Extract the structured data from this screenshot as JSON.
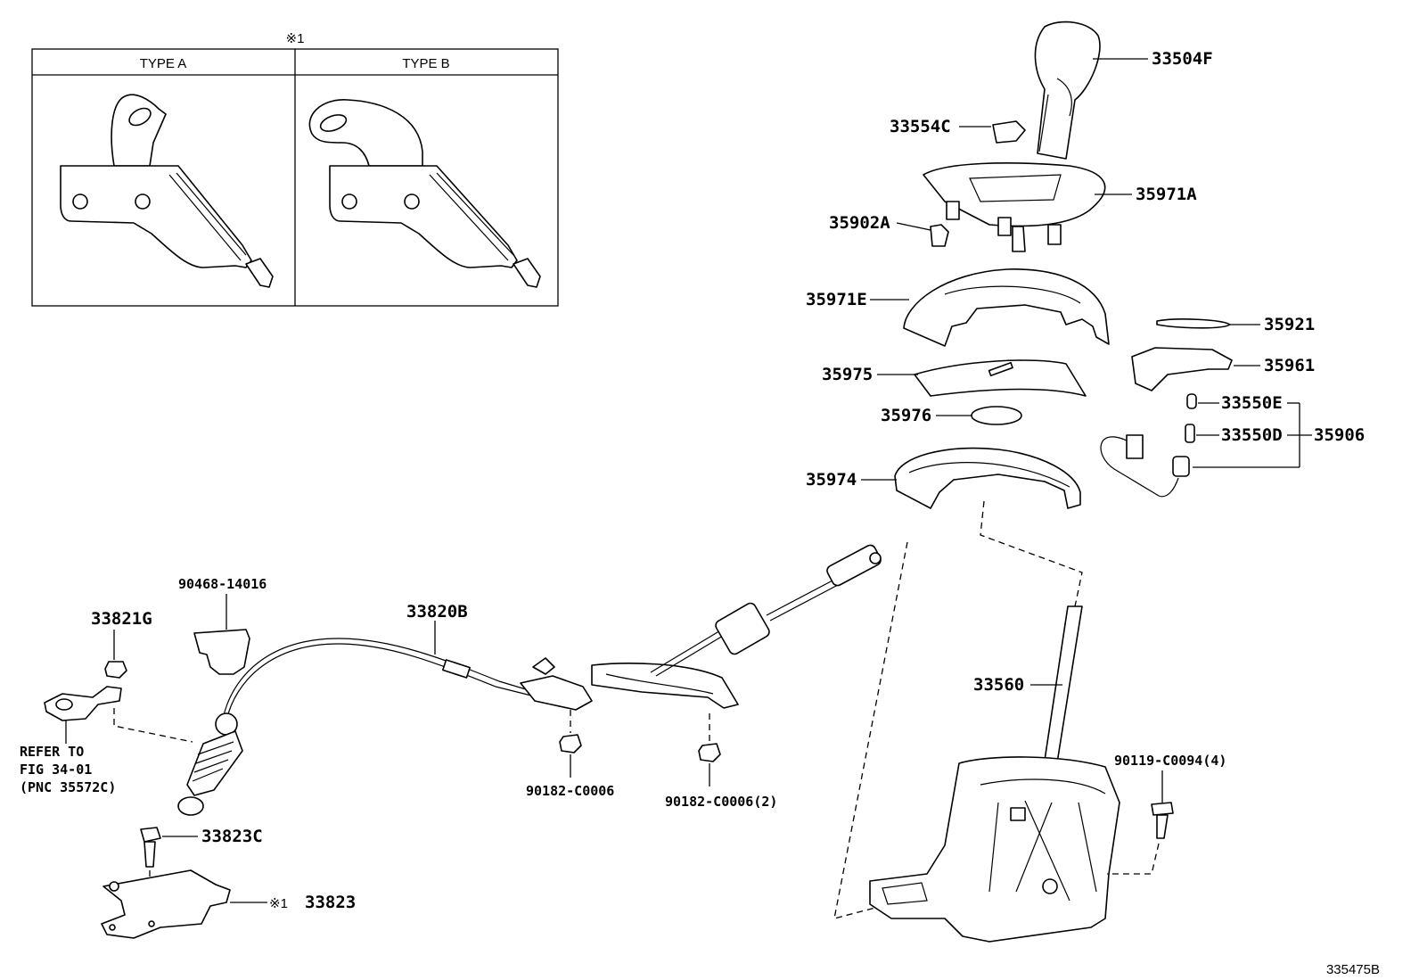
{
  "inset": {
    "note_mark": "※1",
    "type_a": "TYPE A",
    "type_b": "TYPE B"
  },
  "labels": {
    "p33504F": "33504F",
    "p33554C": "33554C",
    "p35971A": "35971A",
    "p35902A": "35902A",
    "p35971E": "35971E",
    "p35921": "35921",
    "p35961": "35961",
    "p35975": "35975",
    "p33550E": "33550E",
    "p35976": "35976",
    "p33550D": "33550D",
    "p35906": "35906",
    "p35974": "35974",
    "p90468": "90468-14016",
    "p33820B": "33820B",
    "p33821G": "33821G",
    "p33560": "33560",
    "p90119": "90119-C0094(4)",
    "p90182a": "90182-C0006",
    "p90182b": "90182-C0006(2)",
    "p33823C": "33823C",
    "p33823_mark": "※1",
    "p33823": "33823",
    "ref_line1": "REFER TO",
    "ref_line2": "FIG 34-01",
    "ref_line3": "(PNC 35572C)",
    "figure_id": "335475B"
  }
}
